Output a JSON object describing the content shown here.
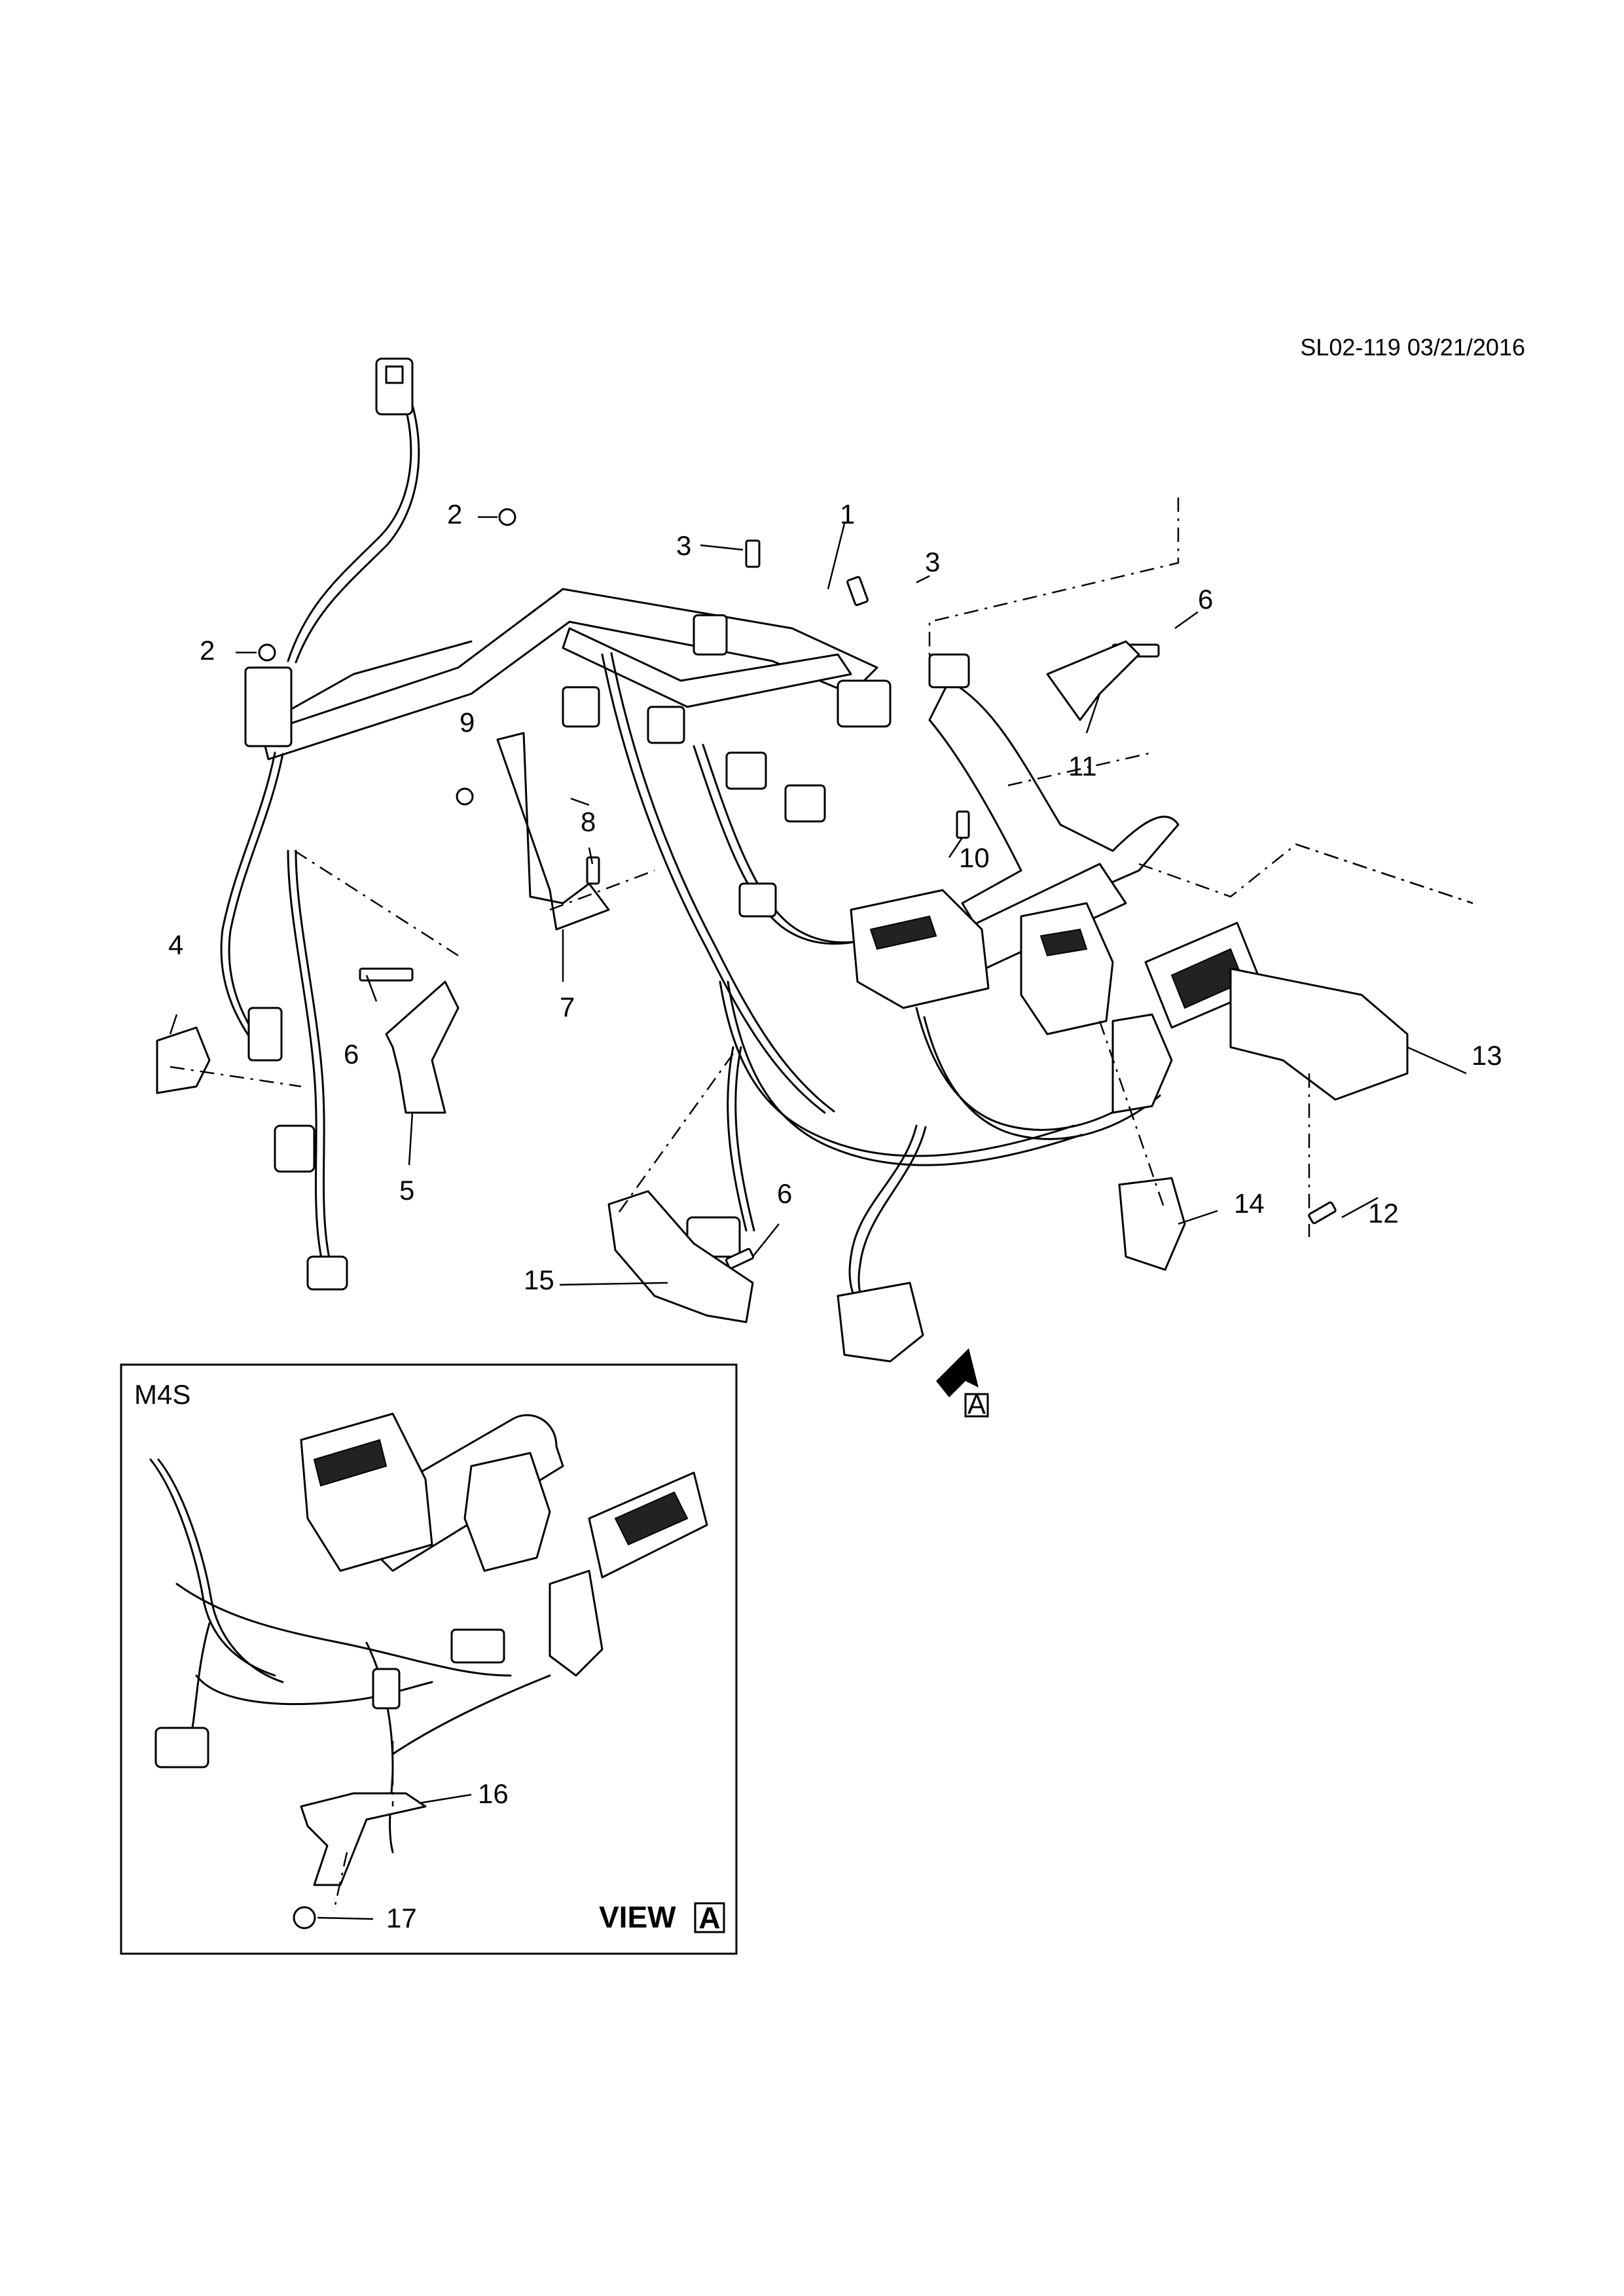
{
  "header": {
    "drawing_ref": "SL02-119 03/21/2016"
  },
  "callouts": [
    "1",
    "2",
    "2",
    "3",
    "3",
    "4",
    "5",
    "6",
    "6",
    "6",
    "7",
    "8",
    "9",
    "10",
    "11",
    "12",
    "13",
    "14",
    "15",
    "16",
    "17"
  ],
  "inset": {
    "title": "M4S",
    "view_word": "VIEW",
    "view_letter": "A"
  },
  "view_arrow": {
    "letter": "A"
  },
  "icons": [
    "wiring-harness-icon",
    "connector-icon",
    "bolt-icon",
    "nut-icon",
    "bracket-icon",
    "clip-icon",
    "view-arrow-icon"
  ]
}
